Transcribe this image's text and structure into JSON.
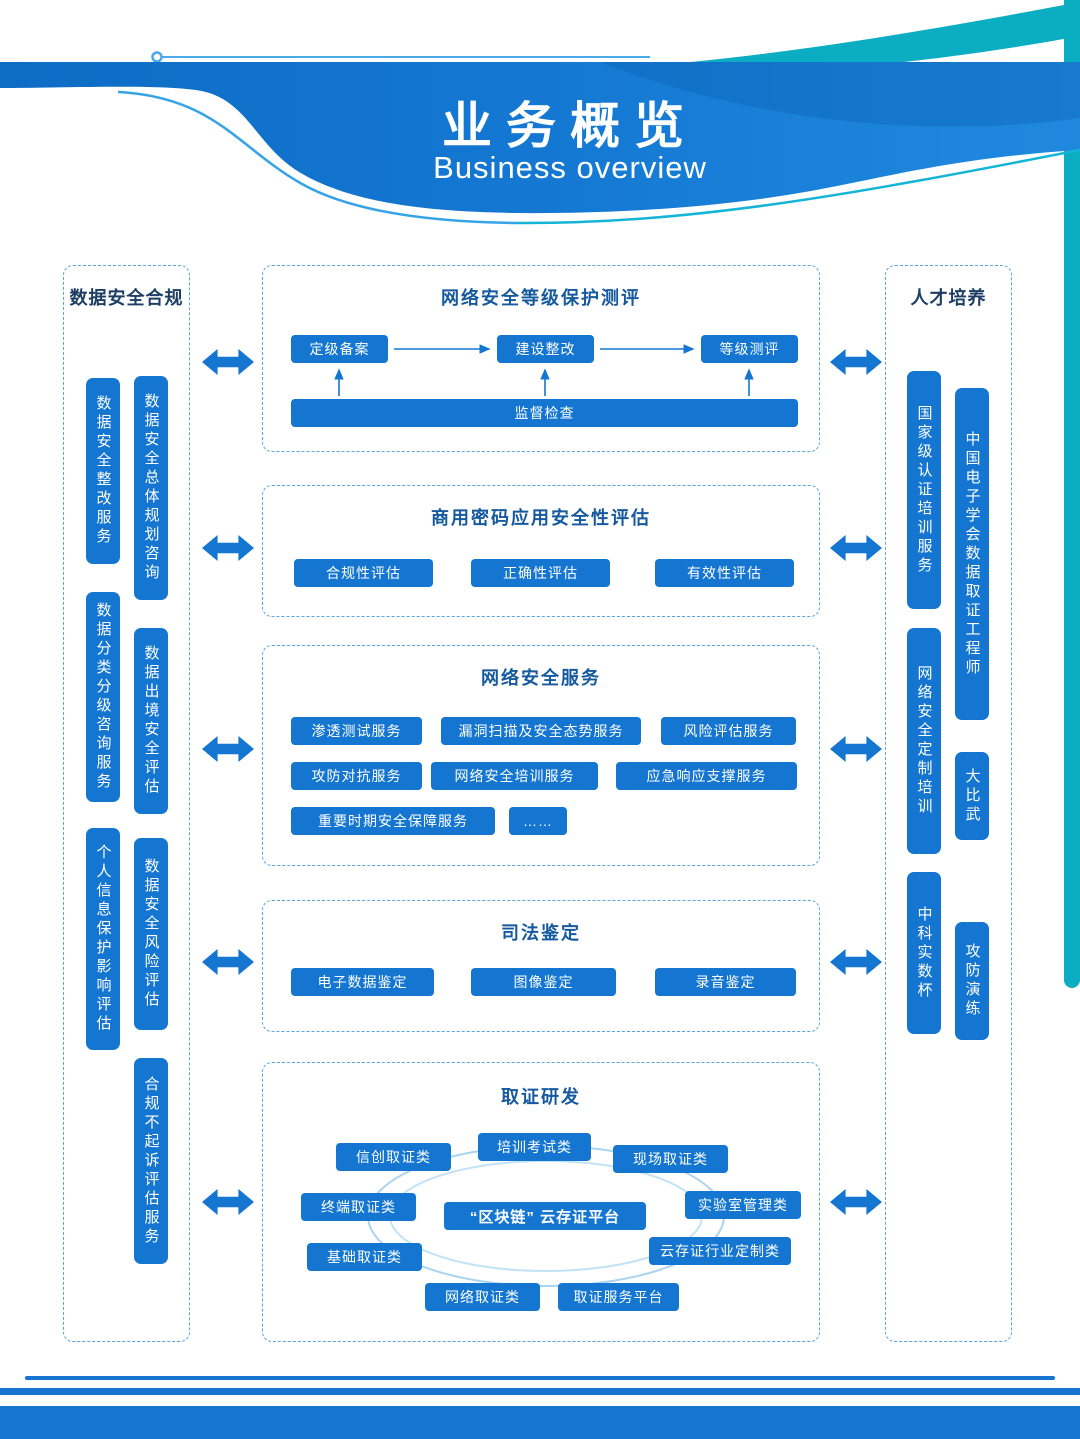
{
  "header": {
    "title": "业务概览",
    "subtitle": "Business overview"
  },
  "left_panel": {
    "title": "数据安全合规",
    "col_a": [
      "数据安全整改服务",
      "数据分类分级咨询服务",
      "个人信息保护影响评估"
    ],
    "col_b": [
      "数据安全总体规划咨询",
      "数据出境安全评估",
      "数据安全风险评估",
      "合规不起诉评估服务"
    ]
  },
  "right_panel": {
    "title": "人才培养",
    "col_a": [
      "国家级认证培训服务",
      "网络安全定制培训",
      "中科实数杯"
    ],
    "col_b": [
      "中国电子学会数据取证工程师",
      "大比武",
      "攻防演练"
    ]
  },
  "sections": {
    "level_protection": {
      "title": "网络安全等级保护测评",
      "flow": [
        "定级备案",
        "建设整改",
        "等级测评"
      ],
      "supervision": "监督检查"
    },
    "crypto_eval": {
      "title": "商用密码应用安全性评估",
      "items": [
        "合规性评估",
        "正确性评估",
        "有效性评估"
      ]
    },
    "security_services": {
      "title": "网络安全服务",
      "row1": [
        "渗透测试服务",
        "漏洞扫描及安全态势服务",
        "风险评估服务"
      ],
      "row2": [
        "攻防对抗服务",
        "网络安全培训服务",
        "应急响应支撑服务"
      ],
      "row3": [
        "重要时期安全保障服务",
        "……"
      ]
    },
    "judicial": {
      "title": "司法鉴定",
      "items": [
        "电子数据鉴定",
        "图像鉴定",
        "录音鉴定"
      ]
    },
    "forensics_rd": {
      "title": "取证研发",
      "platform": "“区块链” 云存证平台",
      "items": [
        "信创取证类",
        "培训考试类",
        "现场取证类",
        "终端取证类",
        "实验室管理类",
        "基础取证类",
        "云存证行业定制类",
        "网络取证类",
        "取证服务平台"
      ]
    }
  },
  "colors": {
    "primary_blue": "#1476d0",
    "accent_teal": "#0badc2",
    "title_blue": "#15599e",
    "panel_title": "#1e3f63",
    "dash_border": "#56a5e2"
  }
}
